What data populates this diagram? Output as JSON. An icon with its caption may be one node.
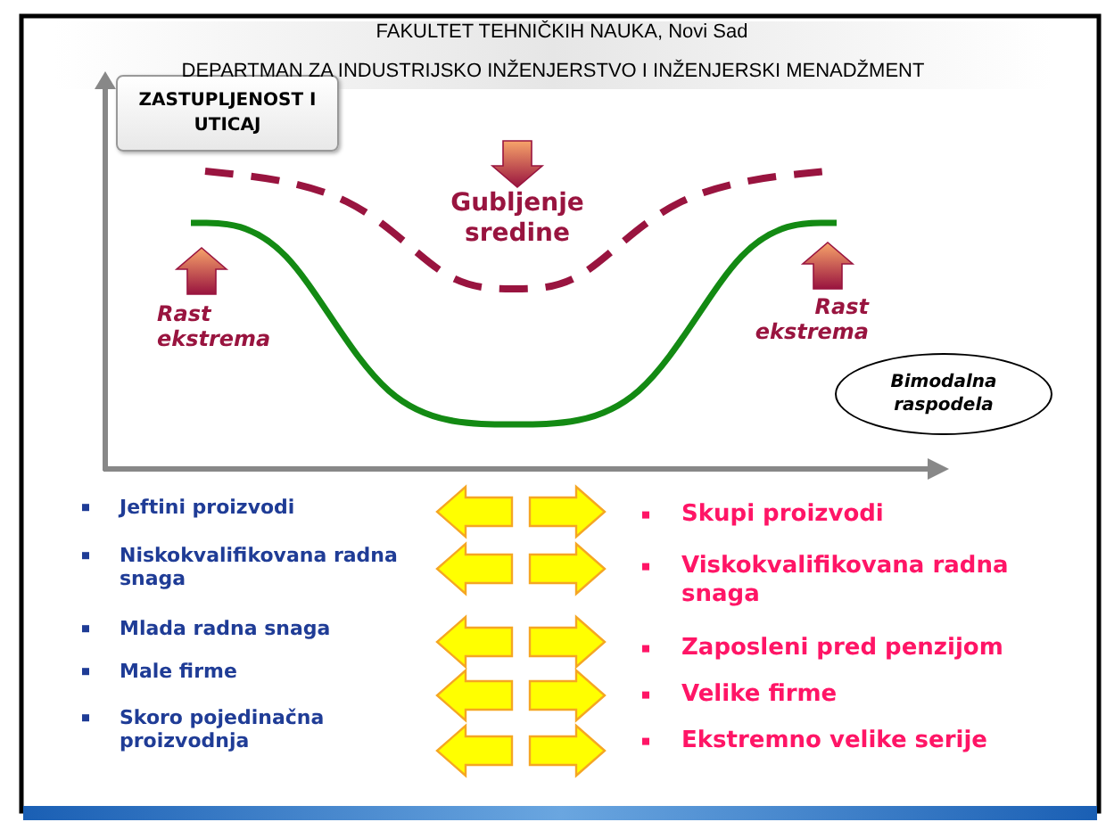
{
  "diagram": {
    "nodes": [
      {
        "text": [
          "ZASTUPLJENOST I UTICAJ"
        ]
      },
      {
        "text": [
          "Bimodalna raspodela"
        ]
      }
    ],
    "labels": [
      "FAKULTET TEHNIČKIH NAUKA, Novi Sad",
      "DEPARTMAN ZA INDUSTRIJSKO INŽENJERSTVO I INŽENJERSKI MENADŽMENT",
      "Gubljenje sredine",
      "Rast ekstrema",
      "Rast ekstrema",
      "Jeftini proizvodi",
      "Niskokvalifikovana radna snaga",
      "Mlada radna snaga",
      "Male firme",
      "Skoro pojedinačna proizvodnja",
      "Skupi proizvodi",
      "Viskokvalifikovana radna snaga",
      "Zaposleni pred penzijom",
      "Velike firme",
      "Ekstremno velike serije"
    ]
  }
}
